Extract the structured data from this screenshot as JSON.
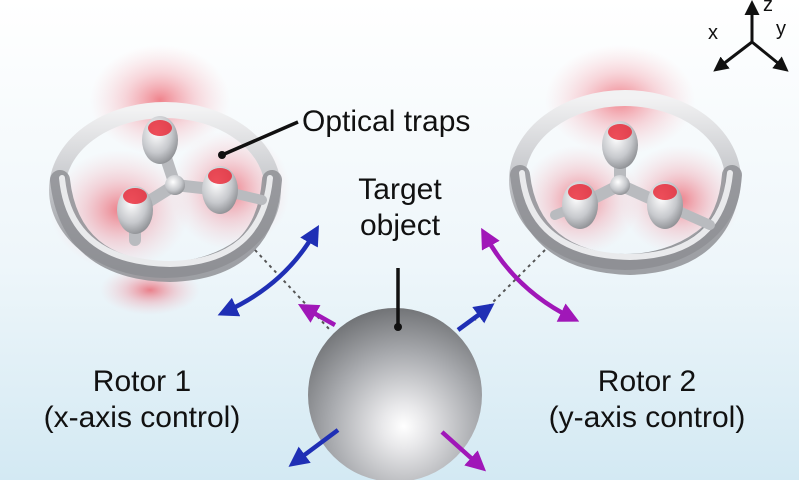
{
  "labels": {
    "optical_traps": "Optical traps",
    "target_line1": "Target",
    "target_line2": "object",
    "rotor1_title": "Rotor 1",
    "rotor1_sub": "(x-axis control)",
    "rotor2_title": "Rotor 2",
    "rotor2_sub": "(y-axis control)"
  },
  "axes": {
    "x": "x",
    "y": "y",
    "z": "z"
  },
  "colors": {
    "background_top": "#ffffff",
    "background_bottom": "#d6ebf5",
    "x_arrow": "#1f2fb5",
    "y_arrow": "#a017b8",
    "trap_glow": "#e8202f",
    "rotor_silver": "#c9ccd1"
  }
}
